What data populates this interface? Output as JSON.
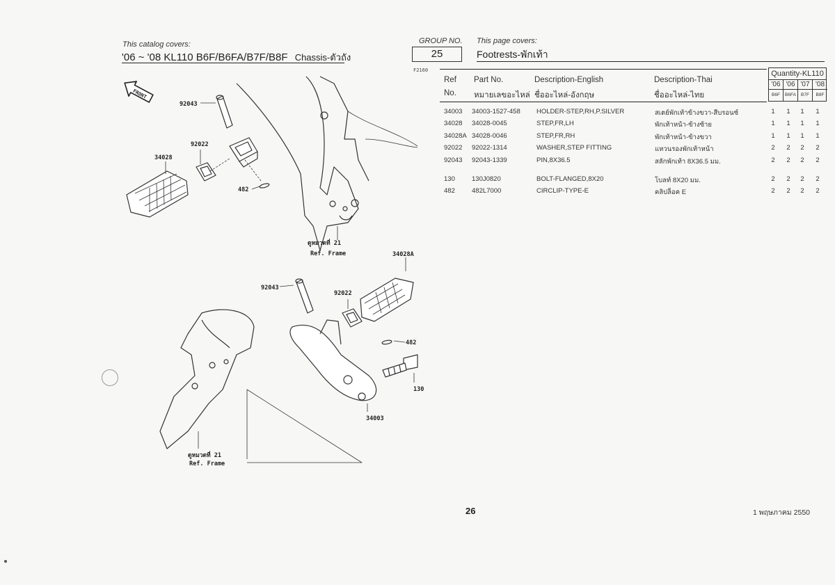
{
  "header": {
    "catalog_label": "This catalog covers:",
    "catalog_title": "'06 ~ '08 KL110 B6F/B6FA/B7F/B8F",
    "catalog_section": "Chassis-ตัวถัง",
    "group_label": "GROUP NO.",
    "group_number": "25",
    "page_covers_label": "This page covers:",
    "page_covers_title": "Footrests-พักเท้า",
    "figure_code": "F2160"
  },
  "table": {
    "headers": {
      "ref": "Ref",
      "ref_no": "No.",
      "part_no": "Part No.",
      "part_no_thai": "หมายเลขอะไหล่",
      "desc_en": "Description-English",
      "desc_en_thai": "ชื่ออะไหล่-อังกฤษ",
      "desc_th": "Description-Thai",
      "desc_th_thai": "ชื่ออะไหล่-ไทย"
    },
    "quantity": {
      "title": "Quantity-KL110",
      "years": [
        "'06",
        "'06",
        "'07",
        "'08"
      ],
      "models": [
        "B6F",
        "B6FA",
        "B7F",
        "B8F"
      ]
    },
    "rows": [
      {
        "ref": "34003",
        "part": "34003-1527-458",
        "en": "HOLDER-STEP,RH,P.SILVER",
        "th": "สเตย์พักเท้าข้างขวา-สีบรอนซ์",
        "q": [
          "1",
          "1",
          "1",
          "1"
        ]
      },
      {
        "ref": "34028",
        "part": "34028-0045",
        "en": "STEP,FR,LH",
        "th": "พักเท้าหน้า-ข้างซ้าย",
        "q": [
          "1",
          "1",
          "1",
          "1"
        ]
      },
      {
        "ref": "34028A",
        "part": "34028-0046",
        "en": "STEP,FR,RH",
        "th": "พักเท้าหน้า-ข้างขวา",
        "q": [
          "1",
          "1",
          "1",
          "1"
        ]
      },
      {
        "ref": "92022",
        "part": "92022-1314",
        "en": "WASHER,STEP FITTING",
        "th": "แหวนรองพักเท้าหน้า",
        "q": [
          "2",
          "2",
          "2",
          "2"
        ]
      },
      {
        "ref": "92043",
        "part": "92043-1339",
        "en": "PIN,8X36.5",
        "th": "สลักพักเท้า 8X36.5 มม.",
        "q": [
          "2",
          "2",
          "2",
          "2"
        ]
      },
      {
        "ref": "130",
        "part": "130J0820",
        "en": "BOLT-FLANGED,8X20",
        "th": "โบลท์ 8X20 มม.",
        "q": [
          "2",
          "2",
          "2",
          "2"
        ]
      },
      {
        "ref": "482",
        "part": "482L7000",
        "en": "CIRCLIP-TYPE-E",
        "th": "คลิปล็อค E",
        "q": [
          "2",
          "2",
          "2",
          "2"
        ]
      }
    ]
  },
  "diagram": {
    "front_label": "FRONT",
    "callouts": {
      "pin_top": "92043",
      "washer_top": "92022",
      "step_lh": "34028",
      "circlip_top": "482",
      "pin_bottom": "92043",
      "washer_bottom": "92022",
      "step_rh": "34028A",
      "circlip_bottom": "482",
      "bolt": "130",
      "holder": "34003"
    },
    "ref_frame_top_thai": "ดูหมวดที่ 21",
    "ref_frame_top": "Ref. Frame",
    "ref_frame_bottom_thai": "ดูหมวดที่ 21",
    "ref_frame_bottom": "Ref. Frame"
  },
  "footer": {
    "page_number": "26",
    "date": "1 พฤษภาคม 2550"
  }
}
